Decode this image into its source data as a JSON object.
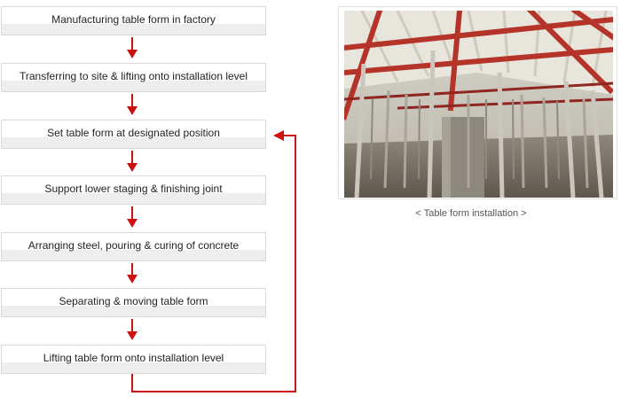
{
  "steps": [
    "Manufacturing table form in factory",
    "Transferring to site & lifting onto installation level",
    "Set table form at designated position",
    "Support lower staging & finishing joint",
    "Arranging steel, pouring & curing of concrete",
    "Separating & moving table form",
    "Lifting table form onto installation level"
  ],
  "photo": {
    "caption": "< Table form installation >"
  },
  "colors": {
    "arrow": "#cc1111",
    "box_border": "#d9d9d9",
    "box_band": "#eeeeee",
    "steel_red": "#b5342a",
    "steel_grey": "#b9b6ae"
  }
}
